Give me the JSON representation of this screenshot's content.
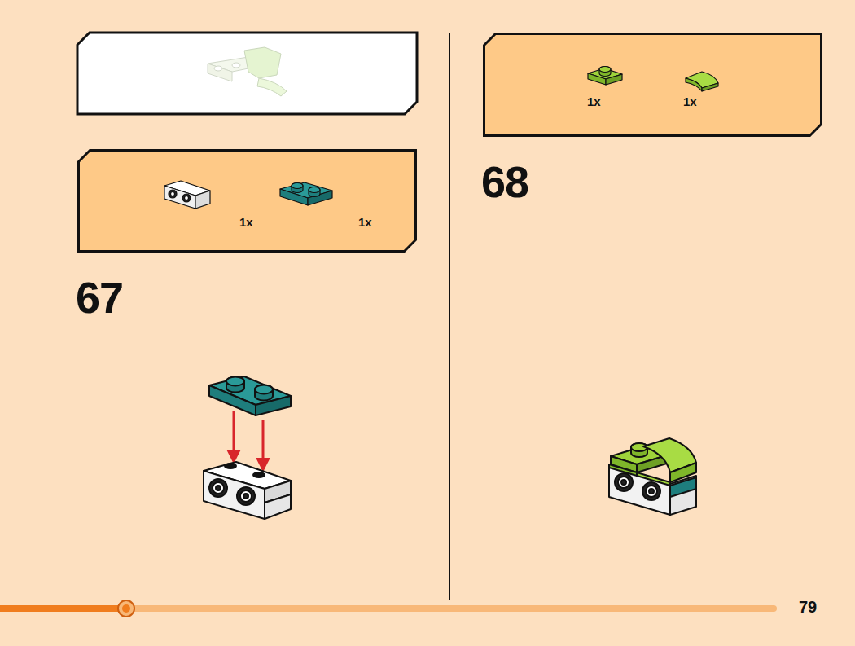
{
  "diagram": {
    "nodes": [
      {
        "text": [
          "1x",
          "1x"
        ]
      },
      {
        "text": [
          "1x",
          "1x"
        ]
      }
    ],
    "labels": [
      "67",
      "68",
      "79"
    ]
  }
}
